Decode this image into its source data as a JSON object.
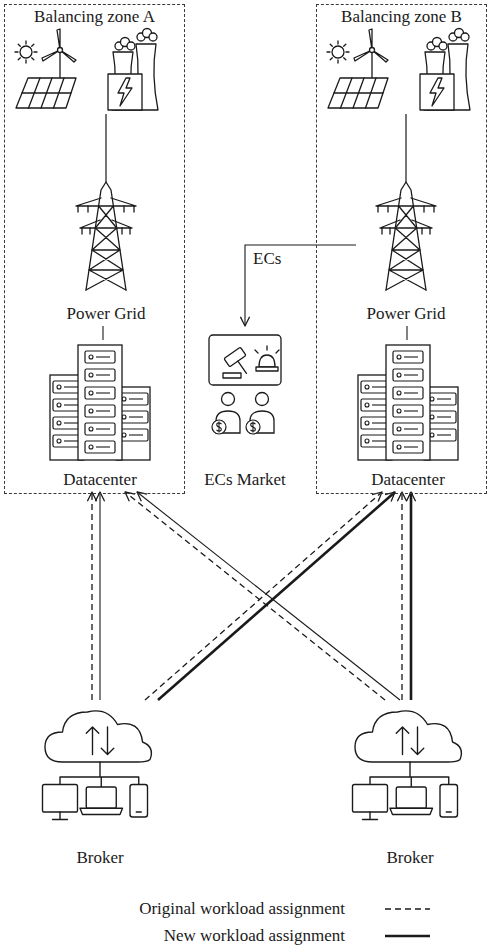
{
  "diagram": {
    "nodes": [
      {
        "text": [
          "Balancing zone A"
        ]
      },
      {
        "text": [
          "Power Grid"
        ],
        "in": 0
      },
      {
        "text": [
          "Datacenter"
        ],
        "in": 0
      },
      {
        "text": [
          "Balancing zone B"
        ]
      },
      {
        "text": [
          "Power Grid"
        ],
        "in": 3
      },
      {
        "text": [
          "Datacenter"
        ],
        "in": 3
      },
      {
        "text": [
          "ECs Market"
        ]
      },
      {
        "text": [
          "Broker"
        ]
      },
      {
        "text": [
          "Broker"
        ]
      }
    ],
    "edges": [
      {
        "from": 1,
        "to": 2,
        "arrow": "none"
      },
      {
        "from": 4,
        "to": 5,
        "arrow": "none"
      },
      {
        "from": 4,
        "to": 6,
        "label": "ECs",
        "arrow": "to"
      },
      {
        "from": 7,
        "to": 2,
        "arrow": "to"
      },
      {
        "from": 7,
        "to": 2,
        "arrow": "to"
      },
      {
        "from": 7,
        "to": 5,
        "arrow": "to"
      },
      {
        "from": 7,
        "to": 5,
        "arrow": "to"
      },
      {
        "from": 8,
        "to": 2,
        "arrow": "to"
      },
      {
        "from": 8,
        "to": 2,
        "arrow": "to"
      },
      {
        "from": 8,
        "to": 5,
        "arrow": "to"
      },
      {
        "from": 8,
        "to": 5,
        "arrow": "to"
      }
    ],
    "legend": [
      {
        "text": "Original workload assignment"
      },
      {
        "text": "New workload assignment"
      }
    ]
  }
}
